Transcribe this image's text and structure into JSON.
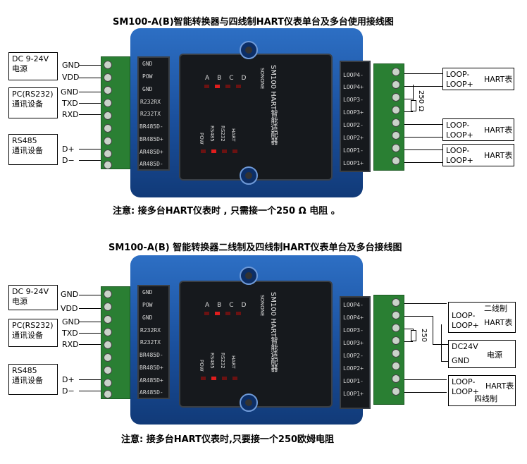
{
  "diagrams": [
    {
      "title": "SM100-A(B)智能转换器与四线制HART仪表单台及多台使用接线图",
      "left_terminals": [
        "GND",
        "POW",
        "GND",
        "R232RX",
        "R232TX",
        "BR485D-",
        "BR485D+",
        "AR485D+",
        "AR485D-"
      ],
      "right_terminals": [
        "LOOP4-",
        "LOOP4+",
        "LOOP3-",
        "LOOP3+",
        "LOOP2-",
        "LOOP2+",
        "LOOP1-",
        "LOOP1+"
      ],
      "power_box": {
        "line1": "DC 9-24V",
        "line2": "电源",
        "pins": [
          "GND",
          "VDD"
        ]
      },
      "pc_box": {
        "line1": "PC(RS232)",
        "line2": "通讯设备",
        "pins": [
          "GND",
          "TXD",
          "RXD"
        ]
      },
      "rs485_box": {
        "line1": "RS485",
        "line2": "通讯设备",
        "pins": [
          "D+",
          "D−"
        ]
      },
      "resistor_label": "250 Ω",
      "meters": [
        {
          "pins": [
            "LOOP-",
            "LOOP+"
          ],
          "name": "HART表"
        },
        {
          "pins": [
            "LOOP-",
            "LOOP+"
          ],
          "name": "HART表"
        },
        {
          "pins": [
            "LOOP-",
            "LOOP+"
          ],
          "name": "HART表"
        }
      ],
      "note": "注意: 接多台HART仪表时 , 只需接一个250 Ω 电阻 。"
    },
    {
      "title": "SM100-A(B) 智能转换器二线制及四线制HART仪表单台及多台接线图",
      "left_terminals": [
        "GND",
        "POW",
        "GND",
        "R232RX",
        "R232TX",
        "BR485D-",
        "BR485D+",
        "AR485D+",
        "AR485D-"
      ],
      "right_terminals": [
        "LOOP4-",
        "LOOP4+",
        "LOOP3-",
        "LOOP3+",
        "LOOP2-",
        "LOOP2+",
        "LOOP1-",
        "LOOP1+"
      ],
      "power_box": {
        "line1": "DC 9-24V",
        "line2": "电源",
        "pins": [
          "GND",
          "VDD"
        ]
      },
      "pc_box": {
        "line1": "PC(RS232)",
        "line2": "通讯设备",
        "pins": [
          "GND",
          "TXD",
          "RXD"
        ]
      },
      "rs485_box": {
        "line1": "RS485",
        "line2": "通讯设备",
        "pins": [
          "D+",
          "D−"
        ]
      },
      "resistor_label": "250",
      "two_wire_box": {
        "header": "二线制",
        "pins": [
          "LOOP-",
          "LOOP+"
        ],
        "name": "HART表"
      },
      "dc_box": {
        "pins": [
          "DC24V",
          "GND"
        ],
        "name": "电源"
      },
      "four_wire_box": {
        "header": "四线制",
        "pins": [
          "LOOP-",
          "LOOP+"
        ],
        "name": "HART表"
      },
      "note": "注意: 接多台HART仪表时,只要接一个250欧姆电阻"
    }
  ],
  "device": {
    "model_text": "SM100 HART智能适配器",
    "brand": "SONONE",
    "led_letters": [
      "A",
      "B",
      "C",
      "D"
    ],
    "led_labels": [
      "POW",
      "RS485",
      "RS232",
      "HART"
    ]
  }
}
